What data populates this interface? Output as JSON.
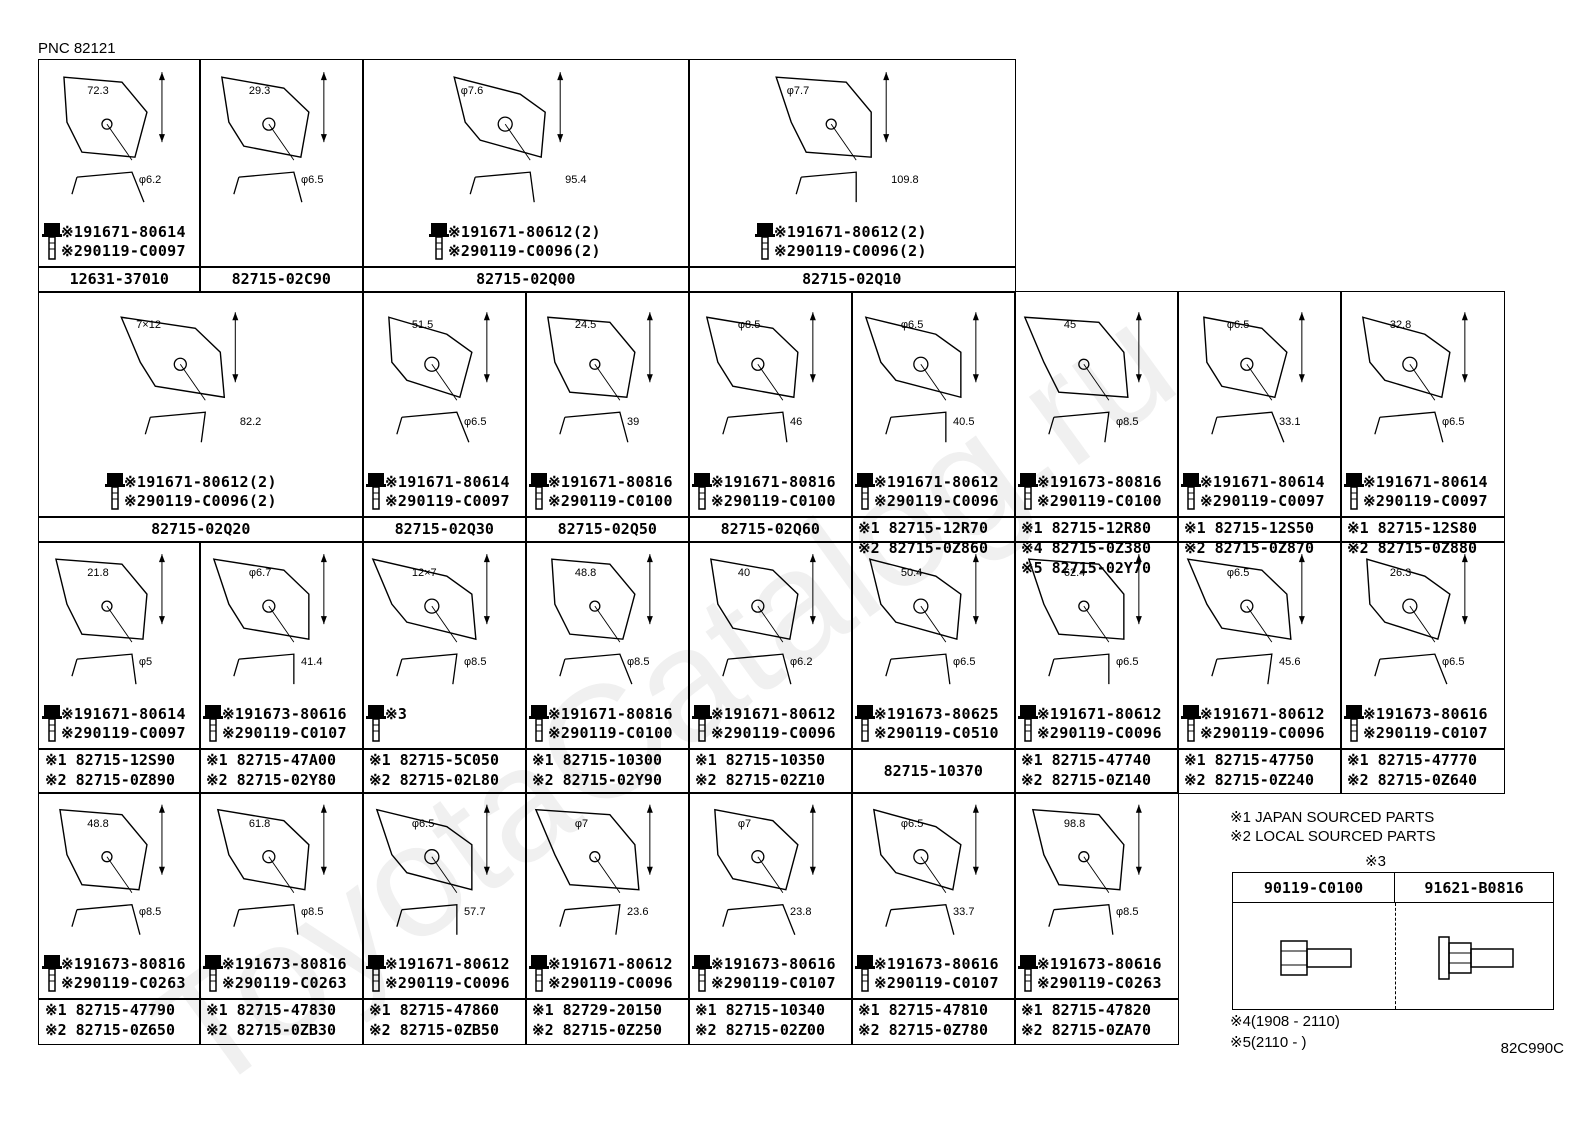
{
  "header": {
    "pnc": "PNC 82121",
    "diagram_code": "82C990C"
  },
  "watermark": "ToyotaCatalog.ru",
  "notes": {
    "japan": "※1 JAPAN SOURCED PARTS",
    "local": "※2 LOCAL SOURCED PARTS",
    "ref3": "※3",
    "ref4": "※4(1908 - 2110)",
    "ref5": "※5(2110 -      )"
  },
  "ref3_table": {
    "col1": "90119-C0100",
    "col2": "91621-B0816"
  },
  "row1": [
    {
      "dims": [
        "72.3",
        "φ6.2"
      ],
      "bolt1": "※191671-80614",
      "bolt2": "※290119-C0097",
      "label": "12631-37010"
    },
    {
      "dims": [
        "29.3",
        "φ6.5"
      ],
      "label": "82715-02C90"
    },
    {
      "dims": [
        "φ7.6",
        "95.4"
      ],
      "bolt1": "※191671-80612(2)",
      "bolt2": "※290119-C0096(2)",
      "label": "82715-02Q00"
    },
    {
      "dims": [
        "φ7.7",
        "109.8"
      ],
      "bolt1": "※191671-80612(2)",
      "bolt2": "※290119-C0096(2)",
      "label": "82715-02Q10"
    }
  ],
  "row2": [
    {
      "dims": [
        "7×12",
        "82.2"
      ],
      "bolt1": "※191671-80612(2)",
      "bolt2": "※290119-C0096(2)",
      "label": "82715-02Q20"
    },
    {
      "dims": [
        "51.5",
        "φ6.5"
      ],
      "bolt1": "※191671-80614",
      "bolt2": "※290119-C0097",
      "label": "82715-02Q30"
    },
    {
      "dims": [
        "24.5",
        "39"
      ],
      "bolt1": "※191671-80816",
      "bolt2": "※290119-C0100",
      "label": "82715-02Q50"
    },
    {
      "dims": [
        "φ8.5",
        "46"
      ],
      "bolt1": "※191671-80816",
      "bolt2": "※290119-C0100",
      "label": "82715-02Q60"
    },
    {
      "dims": [
        "φ6.5",
        "40.5"
      ],
      "bolt1": "※191671-80612",
      "bolt2": "※290119-C0096",
      "p1": "※1 82715-12R70",
      "p2": "※2 82715-0Z860"
    },
    {
      "dims": [
        "45",
        "φ8.5"
      ],
      "bolt1": "※191673-80816",
      "bolt2": "※290119-C0100",
      "p1": "※1 82715-12R80",
      "p2": "※4 82715-0Z380",
      "p3": "※5 82715-02Y70"
    },
    {
      "dims": [
        "φ6.5",
        "33.1"
      ],
      "bolt1": "※191671-80614",
      "bolt2": "※290119-C0097",
      "p1": "※1 82715-12S50",
      "p2": "※2 82715-0Z870"
    },
    {
      "dims": [
        "32.8",
        "φ6.5"
      ],
      "bolt1": "※191671-80614",
      "bolt2": "※290119-C0097",
      "p1": "※1 82715-12S80",
      "p2": "※2 82715-0Z880"
    }
  ],
  "row3": [
    {
      "dims": [
        "21.8",
        "φ5"
      ],
      "bolt1": "※191671-80614",
      "bolt2": "※290119-C0097",
      "p1": "※1 82715-12S90",
      "p2": "※2 82715-0Z890"
    },
    {
      "dims": [
        "φ6.7",
        "41.4"
      ],
      "bolt1": "※191673-80616",
      "bolt2": "※290119-C0107",
      "p1": "※1 82715-47A00",
      "p2": "※2 82715-02Y80"
    },
    {
      "dims": [
        "12×7",
        "φ8.5"
      ],
      "bolt1": "※3",
      "p1": "※1 82715-5C050",
      "p2": "※2 82715-02L80"
    },
    {
      "dims": [
        "48.8",
        "φ8.5"
      ],
      "bolt1": "※191671-80816",
      "bolt2": "※290119-C0100",
      "p1": "※1 82715-10300",
      "p2": "※2 82715-02Y90"
    },
    {
      "dims": [
        "40",
        "φ6.2"
      ],
      "bolt1": "※191671-80612",
      "bolt2": "※290119-C0096",
      "p1": "※1 82715-10350",
      "p2": "※2 82715-02Z10"
    },
    {
      "dims": [
        "50.4",
        "φ6.5"
      ],
      "bolt1": "※191673-80625",
      "bolt2": "※290119-C0510",
      "label": "82715-10370"
    },
    {
      "dims": [
        "62.4",
        "φ6.5"
      ],
      "bolt1": "※191671-80612",
      "bolt2": "※290119-C0096",
      "p1": "※1 82715-47740",
      "p2": "※2 82715-0Z140"
    },
    {
      "dims": [
        "φ6.5",
        "45.6"
      ],
      "bolt1": "※191671-80612",
      "bolt2": "※290119-C0096",
      "p1": "※1 82715-47750",
      "p2": "※2 82715-0Z240"
    },
    {
      "dims": [
        "26.3",
        "φ6.5"
      ],
      "bolt1": "※191673-80616",
      "bolt2": "※290119-C0107",
      "p1": "※1 82715-47770",
      "p2": "※2 82715-0Z640"
    }
  ],
  "row4": [
    {
      "dims": [
        "48.8",
        "φ8.5"
      ],
      "bolt1": "※191673-80816",
      "bolt2": "※290119-C0263",
      "p1": "※1 82715-47790",
      "p2": "※2 82715-0Z650"
    },
    {
      "dims": [
        "61.8",
        "φ8.5"
      ],
      "bolt1": "※191673-80816",
      "bolt2": "※290119-C0263",
      "p1": "※1 82715-47830",
      "p2": "※2 82715-0ZB30"
    },
    {
      "dims": [
        "φ6.5",
        "57.7"
      ],
      "bolt1": "※191671-80612",
      "bolt2": "※290119-C0096",
      "p1": "※1 82715-47860",
      "p2": "※2 82715-0ZB50"
    },
    {
      "dims": [
        "φ7",
        "23.6"
      ],
      "bolt1": "※191671-80612",
      "bolt2": "※290119-C0096",
      "p1": "※1 82729-20150",
      "p2": "※2 82715-0Z250"
    },
    {
      "dims": [
        "φ7",
        "23.8"
      ],
      "bolt1": "※191673-80616",
      "bolt2": "※290119-C0107",
      "p1": "※1 82715-10340",
      "p2": "※2 82715-02Z00"
    },
    {
      "dims": [
        "φ6.5",
        "33.7"
      ],
      "bolt1": "※191673-80616",
      "bolt2": "※290119-C0107",
      "p1": "※1 82715-47810",
      "p2": "※2 82715-0Z780"
    },
    {
      "dims": [
        "98.8",
        "φ8.5"
      ],
      "bolt1": "※191673-80616",
      "bolt2": "※290119-C0263",
      "p1": "※1 82715-47820",
      "p2": "※2 82715-0ZA70"
    }
  ]
}
